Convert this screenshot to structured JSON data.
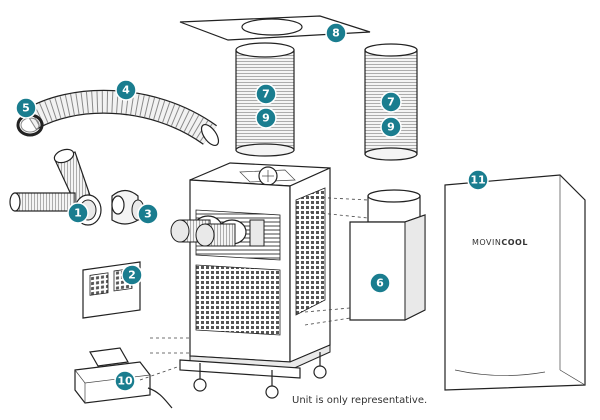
{
  "caption": "Unit is only representative.",
  "brand": {
    "light": "MOVIN",
    "bold": "COOL"
  },
  "accent_color": "#1a7d8f",
  "callouts": [
    {
      "id": "ceiling-panel",
      "label": "8"
    },
    {
      "id": "duct-left-a",
      "label": "7"
    },
    {
      "id": "duct-left-b",
      "label": "9"
    },
    {
      "id": "duct-right-a",
      "label": "7"
    },
    {
      "id": "duct-right-b",
      "label": "9"
    },
    {
      "id": "flex-hose",
      "label": "4"
    },
    {
      "id": "hose-clamp",
      "label": "5"
    },
    {
      "id": "nozzle-adapter",
      "label": "1"
    },
    {
      "id": "elbow-adapter",
      "label": "3"
    },
    {
      "id": "filter-panel",
      "label": "2"
    },
    {
      "id": "condensate-tank",
      "label": "6"
    },
    {
      "id": "dust-cover",
      "label": "11"
    },
    {
      "id": "condensate-pump",
      "label": "10"
    }
  ]
}
